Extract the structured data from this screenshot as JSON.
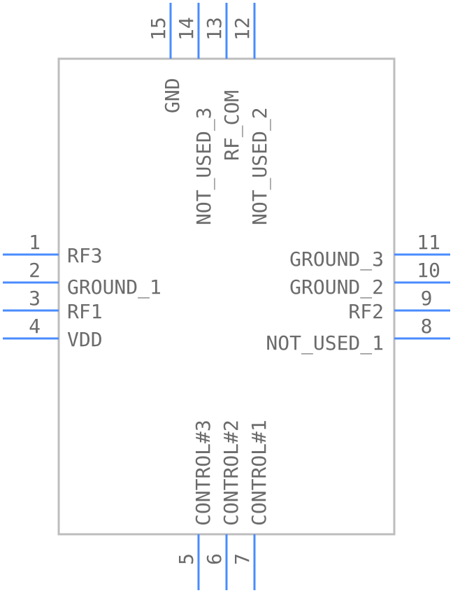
{
  "component": {
    "colors": {
      "pin": "#4a8cff",
      "outline": "#bdbdbd",
      "text": "#6b6b6b"
    },
    "left_pins": [
      {
        "number": "1",
        "name": "RF3"
      },
      {
        "number": "2",
        "name": "GROUND_1"
      },
      {
        "number": "3",
        "name": "RF1"
      },
      {
        "number": "4",
        "name": "VDD"
      }
    ],
    "right_pins": [
      {
        "number": "11",
        "name": "GROUND_3"
      },
      {
        "number": "10",
        "name": "GROUND_2"
      },
      {
        "number": "9",
        "name": "RF2"
      },
      {
        "number": "8",
        "name": "NOT_USED_1"
      }
    ],
    "top_pins": [
      {
        "number": "15",
        "name": "GND"
      },
      {
        "number": "14",
        "name": "NOT_USED_3"
      },
      {
        "number": "13",
        "name": "RF_COM"
      },
      {
        "number": "12",
        "name": "NOT_USED_2"
      }
    ],
    "bottom_pins": [
      {
        "number": "5",
        "name": "CONTROL#3"
      },
      {
        "number": "6",
        "name": "CONTROL#2"
      },
      {
        "number": "7",
        "name": "CONTROL#1"
      }
    ]
  }
}
